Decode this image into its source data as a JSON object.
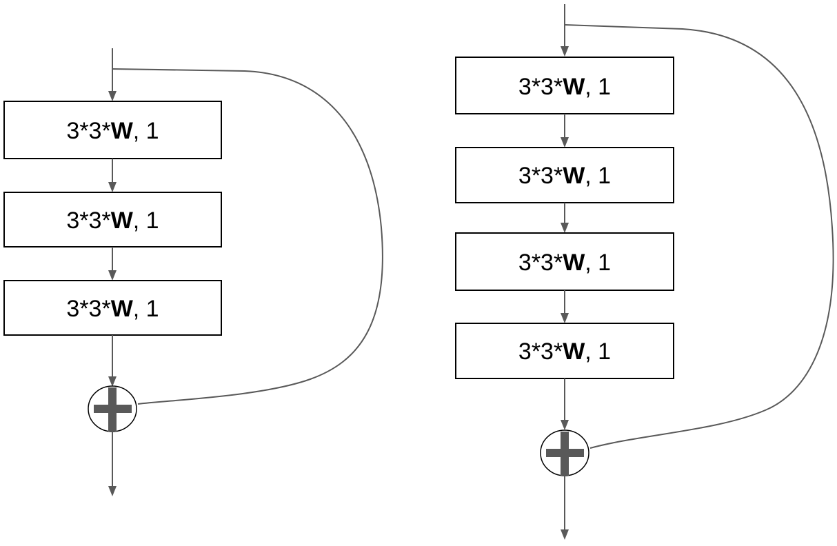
{
  "colors": {
    "line": "#595959",
    "box_border": "#000000",
    "text": "#000000",
    "background": "#ffffff"
  },
  "diagrams": [
    {
      "blocks": [
        {
          "pre": "3*3*",
          "bold": "W",
          "post": ", 1"
        },
        {
          "pre": "3*3*",
          "bold": "W",
          "post": ", 1"
        },
        {
          "pre": "3*3*",
          "bold": "W",
          "post": ", 1"
        }
      ],
      "adder_icon": "plus-icon"
    },
    {
      "blocks": [
        {
          "pre": "3*3*",
          "bold": "W",
          "post": ", 1"
        },
        {
          "pre": "3*3*",
          "bold": "W",
          "post": ", 1"
        },
        {
          "pre": "3*3*",
          "bold": "W",
          "post": ", 1"
        },
        {
          "pre": "3*3*",
          "bold": "W",
          "post": ", 1"
        }
      ],
      "adder_icon": "plus-icon"
    }
  ]
}
